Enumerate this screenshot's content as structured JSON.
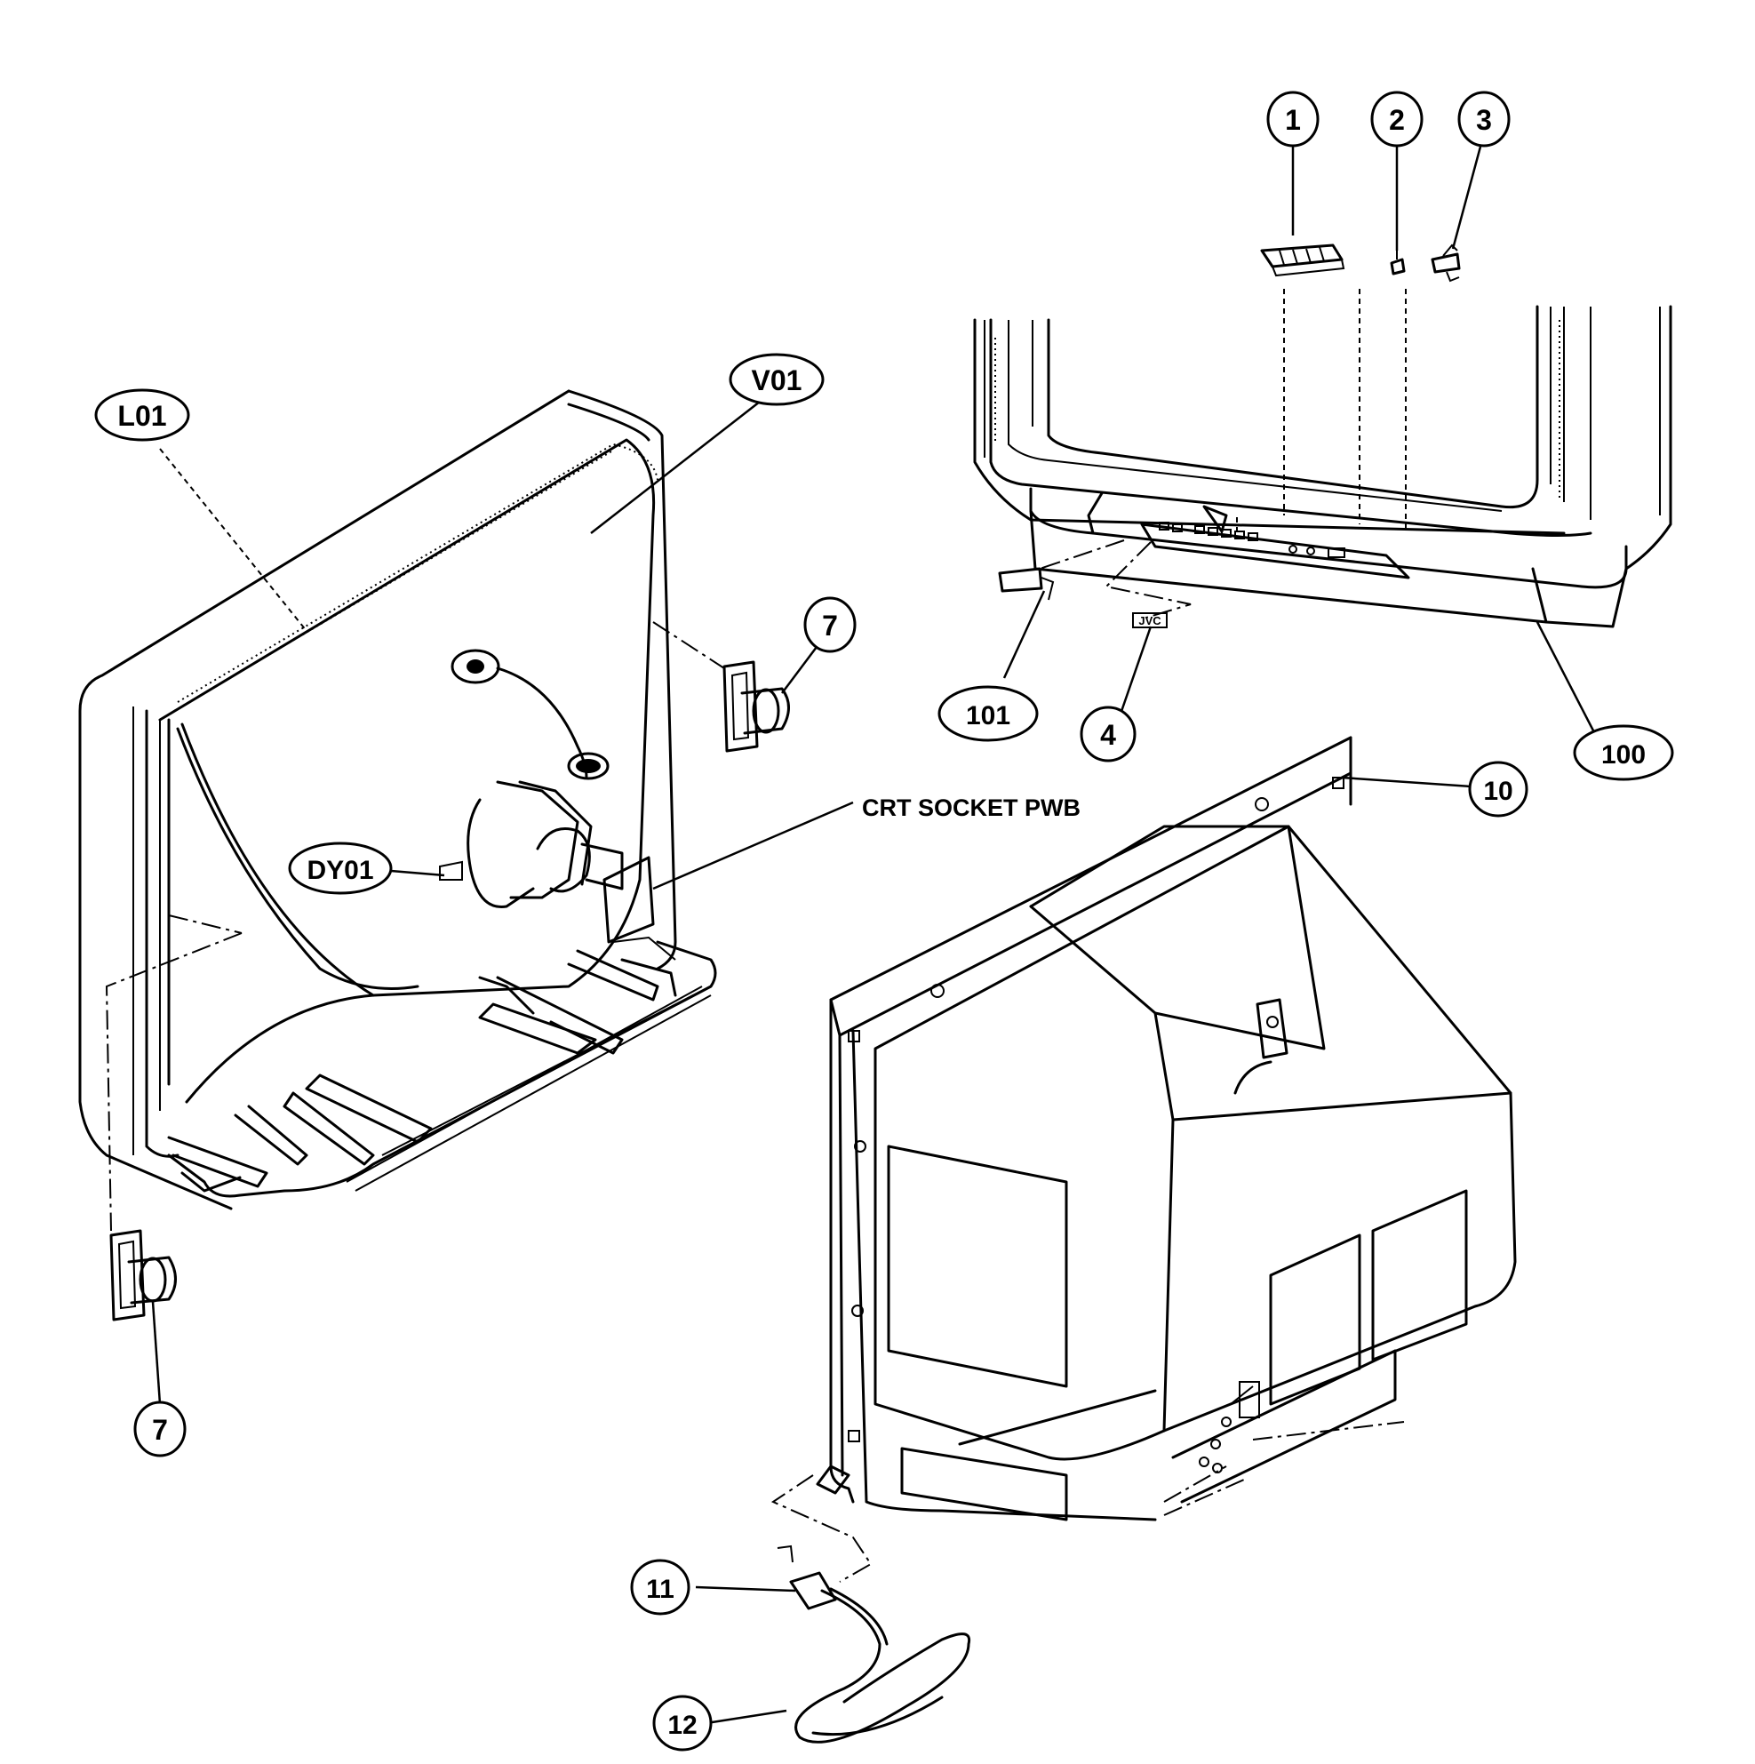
{
  "diagram": {
    "callouts": {
      "c1": "1",
      "c2": "2",
      "c3": "3",
      "l01": "L01",
      "v01": "V01",
      "c7_right": "7",
      "c101": "101",
      "c4": "4",
      "c100": "100",
      "c10": "10",
      "dy01": "DY01",
      "c7_left": "7",
      "c11": "11",
      "c12": "12"
    },
    "labels": {
      "crt_socket_pwb": "CRT SOCKET PWB",
      "brand_badge": "JVC"
    }
  }
}
